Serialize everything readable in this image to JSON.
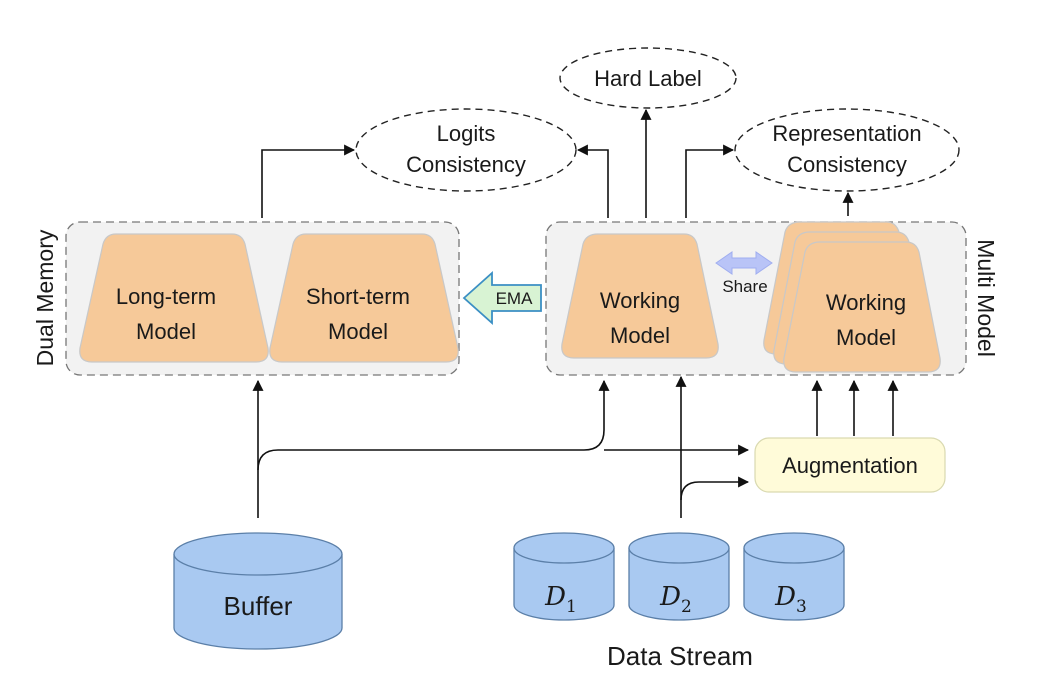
{
  "groups": {
    "dual_memory": "Dual Memory",
    "multi_model": "Multi Model"
  },
  "models": {
    "long_term": [
      "Long-term",
      "Model"
    ],
    "short_term": [
      "Short-term",
      "Model"
    ],
    "working_1": [
      "Working",
      "Model"
    ],
    "working_2": [
      "Working",
      "Model"
    ]
  },
  "consistency": {
    "logits": [
      "Logits",
      "Consistency"
    ],
    "hard_label": "Hard Label",
    "representation": [
      "Representation",
      "Consistency"
    ]
  },
  "arrows": {
    "ema": "EMA",
    "share": "Share"
  },
  "augmentation": "Augmentation",
  "buffer": "Buffer",
  "data_stream": {
    "label": "Data Stream",
    "datasets": [
      {
        "letter": "D",
        "sub": "1"
      },
      {
        "letter": "D",
        "sub": "2"
      },
      {
        "letter": "D",
        "sub": "3"
      }
    ]
  },
  "colors": {
    "model_fill": "#f6c999",
    "model_stroke": "#c8c8c8",
    "group_fill": "#f2f2f2",
    "cylinder_fill": "#a9c9f1",
    "cylinder_stroke": "#5b7fa8",
    "augmentation_fill": "#fffbd9",
    "ema_fill": "#d8f3d3",
    "ema_stroke": "#3b8fc4",
    "share_fill": "#b9c4f7"
  }
}
